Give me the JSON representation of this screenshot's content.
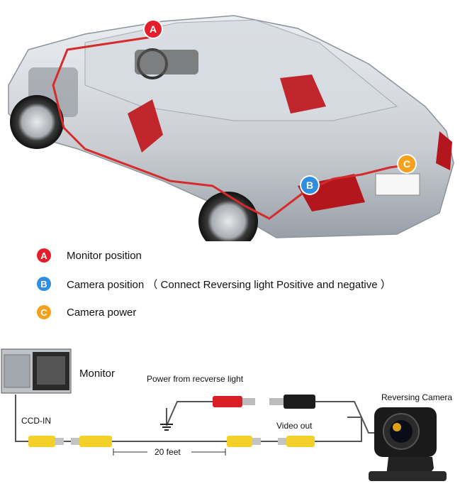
{
  "colors": {
    "a": "#e41f2b",
    "b": "#2f8ee0",
    "c": "#f5a11c",
    "wire": "#d62b2b",
    "cable": "#666666"
  },
  "markers": {
    "a": "A",
    "b": "B",
    "c": "C"
  },
  "legend": [
    {
      "letter": "A",
      "text": "Monitor position"
    },
    {
      "letter": "B",
      "text": "Camera position （ Connect Reversing light Positive and negative ）"
    },
    {
      "letter": "C",
      "text": "Camera power"
    }
  ],
  "wiring": {
    "monitor_label": "Monitor",
    "power_label": "Power from recverse light",
    "camera_label": "Reversing Camera",
    "ccd_label": "CCD-IN",
    "video_label": "Video out",
    "length_label": "20 feet"
  }
}
